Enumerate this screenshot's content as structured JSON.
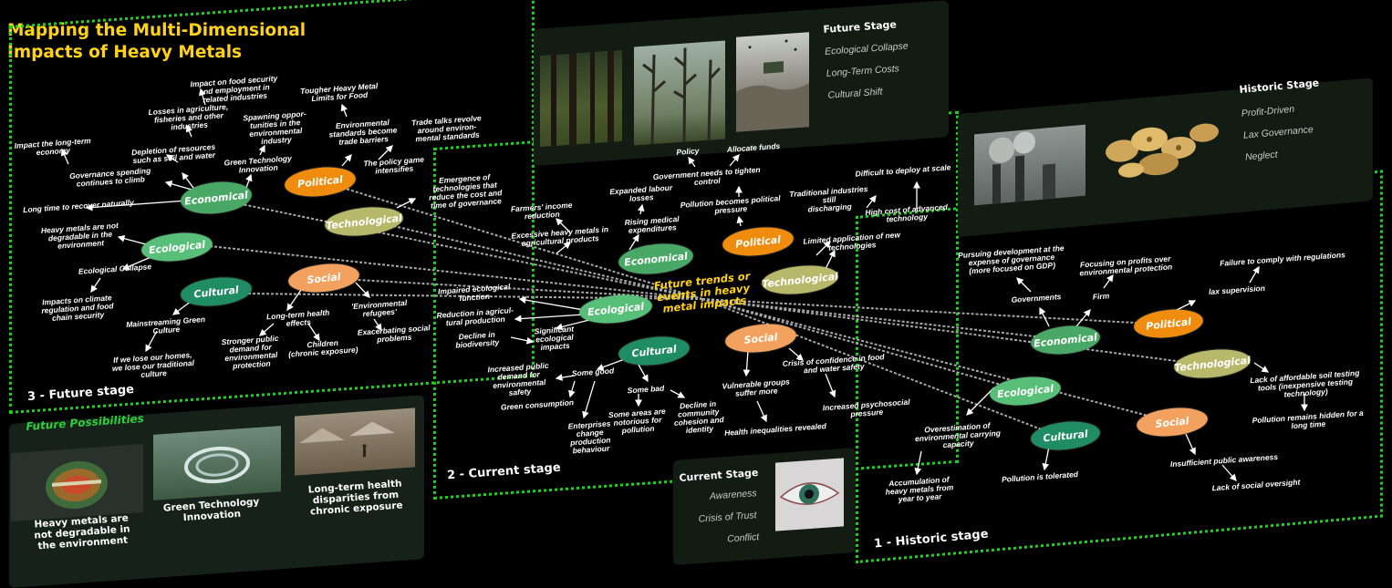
{
  "title": "Mapping the Multi-Dimensional\nImpacts of Heavy Metals",
  "center": "Future trends or\nevents in heavy\nmetal impacts",
  "stages": {
    "future": "3 - Future stage",
    "current": "2 - Current stage",
    "historic": "1 - Historic stage"
  },
  "cards": {
    "future_stage": {
      "title": "Future Stage",
      "items": [
        "Ecological Collapse",
        "Long-Term Costs",
        "Cultural Shift"
      ]
    },
    "historic_stage": {
      "title": "Historic Stage",
      "items": [
        "Profit-Driven",
        "Lax Governance",
        "Neglect"
      ]
    },
    "current_stage": {
      "title": "Current Stage",
      "items": [
        "Awareness",
        "Crisis of Trust",
        "Conflict"
      ]
    },
    "future_possibilities": {
      "title": "Future Possibilities",
      "items": [
        "Heavy metals are\nnot degradable in\nthe environment",
        "Green Technology\nInnovation",
        "Long-term health\ndisparities from\nchronic exposure"
      ]
    }
  },
  "node_names": {
    "economical": "Economical",
    "political": "Political",
    "technological": "Technological",
    "ecological": "Ecological",
    "social": "Social",
    "cultural": "Cultural"
  },
  "colors": {
    "economical": "#4aa866",
    "political": "#ef8c0e",
    "technological": "#b8b86a",
    "ecological": "#58bf78",
    "social": "#f2a15e",
    "cultural": "#1f8c63",
    "accent": "#ffd21a",
    "dotted": "#19d219"
  },
  "labels": {
    "f1": "Impact on food security\nand employment in\nrelated industries",
    "f2": "Losses in agriculture,\nfisheries and other\nindustries",
    "f3": "Impact the long-term\neconomy",
    "f4": "Depletion of resources\nsuch as soil and water",
    "f5": "Spawning oppor-\ntunities in the\nenvironmental\nindustry",
    "f6": "Tougher Heavy Metal\nLimits for Food",
    "f7": "Environmental\nstandards become\ntrade barriers",
    "f8": "Trade talks revolve\naround environ-\nmental standards",
    "f9": "Green Technology\nInnovation",
    "f10": "Governance spending\ncontinues to climb",
    "f11": "The policy game\nintensifies",
    "f12": "Emergence of\ntechnologies that\nreduce the cost and\ntime of governance",
    "f13": "Long time to recover naturally",
    "f14": "Heavy metals are not\ndegradable in the\nenvironment",
    "f15": "Ecological Collapse",
    "f16": "Impacts on climate\nregulation and food\nchain security",
    "f17": "Mainstreaming Green\nCulture",
    "f18": "If we lose our homes,\nwe lose our traditional\nculture",
    "f19": "Long-term health\neffects",
    "f20": "Stronger public\ndemand for\nenvironmental\nprotection",
    "f21": "Children\n(chronic exposure)",
    "f22": "'Environmental\nrefugees'",
    "f23": "Exacerbating social\nproblems",
    "c1": "Policy",
    "c2": "Allocate funds",
    "c3": "Government needs to tighten\ncontrol",
    "c4": "Pollution becomes political\npressure",
    "c5": "Expanded labour\nlosses",
    "c6": "Farmers' income\nreduction",
    "c7": "Rising medical\nexpenditures",
    "c8": "Excessive heavy metals in\nagricultural products",
    "c9": "Traditional industries still\ndischarging",
    "c10": "Difficult to deploy at scale",
    "c11": "High cost of advanced\ntechnology",
    "c12": "Limited application of new\ntechnologies",
    "c13": "Impaired ecological\nfunction",
    "c14": "Reduction in agricul-\ntural production",
    "c15": "Decline in\nbiodiversity",
    "c16": "Significant\necological\nimpacts",
    "c17": "Increased public\ndemand for\nenvironmental\nsafety",
    "c18": "Some good",
    "c19": "Green consumption",
    "c20": "Enterprises\nchange\nproduction\nbehaviour",
    "c21": "Some bad",
    "c22": "Some areas are\nnotorious for\npollution",
    "c23": "Decline in\ncommunity\ncohesion and\nidentity",
    "c24": "Crisis of confidence in food\nand water safety",
    "c25": "Vulnerable groups\nsuffer more",
    "c26": "Increased psychosocial\npressure",
    "c27": "Health inequalities revealed",
    "h1": "Pursuing development at the\nexpense of governance\n(more focused on GDP)",
    "h2": "Governments",
    "h3": "Focusing on profits over\nenvironmental protection",
    "h4": "Firm",
    "h5": "Failure to comply with regulations",
    "h6": "lax supervision",
    "h7": "Lack of affordable soil testing\ntools (inexpensive testing\ntechnology)",
    "h8": "Pollution remains hidden for a\nlong time",
    "h9": "Overestimation of\nenvironmental carrying\ncapacity",
    "h10": "Accumulation of\nheavy metals from\nyear to year",
    "h11": "Pollution is tolerated",
    "h12": "Insufficient public awareness",
    "h13": "Lack of social oversight"
  }
}
